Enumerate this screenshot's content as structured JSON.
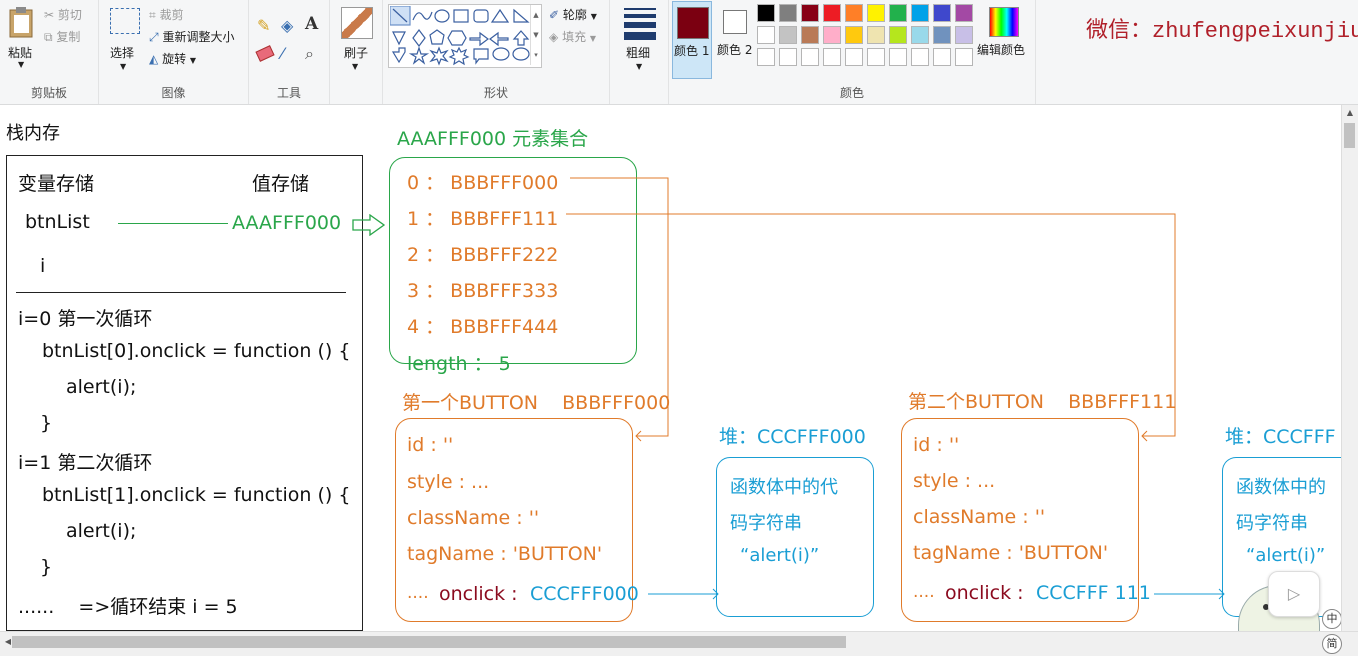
{
  "ribbon": {
    "clipboard": {
      "paste": "粘贴",
      "cut": "剪切",
      "copy": "复制",
      "group": "剪贴板"
    },
    "image": {
      "select": "选择",
      "crop": "裁剪",
      "resize": "重新调整大小",
      "rotate": "旋转",
      "group": "图像"
    },
    "tools": {
      "group": "工具",
      "text_tool": "A"
    },
    "brushes": {
      "label": "刷子"
    },
    "shapes": {
      "outline": "轮廓",
      "fill": "填充",
      "group": "形状"
    },
    "size": {
      "label": "粗细"
    },
    "colors": {
      "color1": "颜色 1",
      "color2": "颜色 2",
      "edit": "编辑颜色",
      "group": "颜色",
      "color1_value": "#7b0011",
      "color2_value": "#ffffff",
      "palette_row1": [
        "#000000",
        "#7f7f7f",
        "#880015",
        "#ed1c24",
        "#ff7f27",
        "#fff200",
        "#22b14c",
        "#00a2e8",
        "#3f48cc",
        "#a349a4"
      ],
      "palette_row2": [
        "#ffffff",
        "#c3c3c3",
        "#b97a57",
        "#ffaec9",
        "#ffc90e",
        "#efe4b0",
        "#b5e61d",
        "#99d9ea",
        "#7092be",
        "#c8bfe7"
      ]
    },
    "watermark": "微信：zhufengpeixunjiuye"
  },
  "diagram": {
    "stack_title": "栈内存",
    "var_header": "变量存储",
    "val_header": "值存储",
    "btnlist_var": "btnList",
    "btnlist_val": "AAAFFF000",
    "i_var": "i",
    "loop1_title": "i=0  第一次循环",
    "loop1_code": "btnList[0].onclick = function () {",
    "loop1_alert": "alert(i);",
    "loop1_close": "}",
    "loop2_title": "i=1 第二次循环",
    "loop2_code": "btnList[1].onclick = function () {",
    "loop2_alert": "alert(i);",
    "loop2_close": "}",
    "loop_end": "......    =>循环结束 i = 5",
    "collection_title": "AAAFFF000 元素集合",
    "collection_items": [
      "0 ： BBBFFF000",
      "1 ： BBBFFF111",
      "2 ： BBBFFF222",
      "3 ： BBBFFF333",
      "4 ： BBBFFF444"
    ],
    "collection_length": "length ： 5",
    "button1_title": "第一个BUTTON    BBBFFF000",
    "button2_title": "第二个BUTTON    BBBFFF111",
    "button_props": [
      "id : ''",
      "style : ...",
      "className : ''",
      "tagName : 'BUTTON'"
    ],
    "ellipsis": "....",
    "onclick_label": "onclick :",
    "button1_onclick": "CCCFFF000",
    "button2_onclick": "CCCFFF 111",
    "heap1_title": "堆：CCCFFF000",
    "heap2_title": "堆：CCCFFF",
    "heap_line1": "函数体中的代",
    "heap_line2": "码字符串",
    "heap_line3": "“alert(i)”",
    "heap2_line1": "函数体中的",
    "heap2_line2": "码字符串",
    "heap2_line3": "“alert(i)”",
    "side_badge_1": "中",
    "side_badge_2": "简"
  }
}
